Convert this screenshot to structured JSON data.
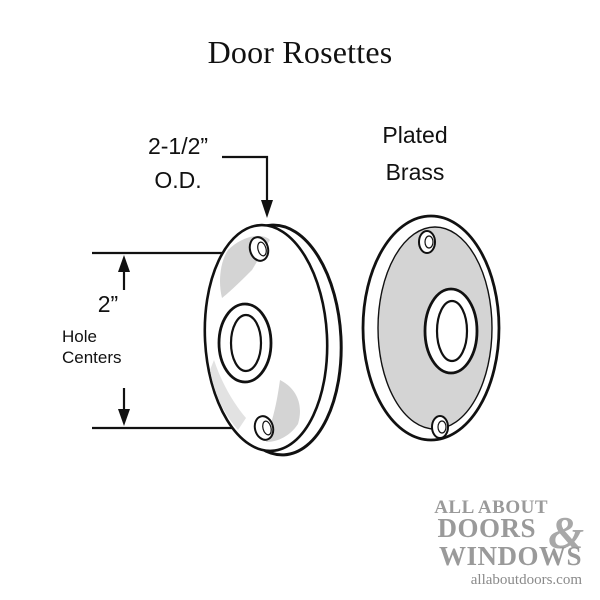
{
  "title": "Door Rosettes",
  "labels": {
    "od_value": "2-1/2”",
    "od_unit": "O.D.",
    "plated_line1": "Plated",
    "plated_line2": "Brass",
    "hole_value": "2”",
    "hole_line1": "Hole",
    "hole_line2": "Centers"
  },
  "logo": {
    "line1": "ALL ABOUT",
    "line2": "DOORS",
    "ampersand": "&",
    "line3": "WINDOWS",
    "url": "allaboutdoors.com"
  },
  "colors": {
    "ink": "#111111",
    "shade": "#d4d4d4",
    "logo_gray": "#9a9a9a"
  }
}
